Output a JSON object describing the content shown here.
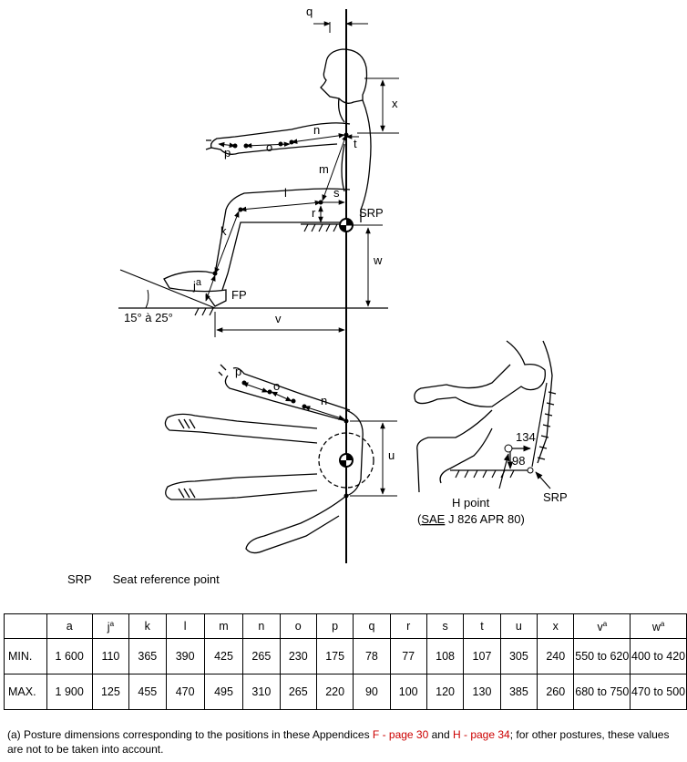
{
  "figure": {
    "dimension_labels": {
      "q": "q",
      "x": "x",
      "n": "n",
      "t": "t",
      "o": "o",
      "p": "p",
      "m": "m",
      "s": "s",
      "l": "l",
      "r": "r",
      "k": "k",
      "j": "j",
      "j_sup": "a",
      "w": "w",
      "v": "v",
      "u": "u"
    },
    "srp_label": "SRP",
    "fp_label": "FP",
    "angle_label": "15° à 25°",
    "h_point_label": "H point",
    "sae_prefix": "(",
    "sae_link": "SAE",
    "sae_rest": " J 826 APR 80)",
    "srp_label_right": "SRP",
    "dim_134": "134",
    "dim_98": "98"
  },
  "legend": {
    "abbr": "SRP",
    "text": "Seat reference point"
  },
  "table": {
    "corner": "",
    "columns": [
      {
        "label": "a",
        "sup": ""
      },
      {
        "label": "j",
        "sup": "a"
      },
      {
        "label": "k",
        "sup": ""
      },
      {
        "label": "l",
        "sup": ""
      },
      {
        "label": "m",
        "sup": ""
      },
      {
        "label": "n",
        "sup": ""
      },
      {
        "label": "o",
        "sup": ""
      },
      {
        "label": "p",
        "sup": ""
      },
      {
        "label": "q",
        "sup": ""
      },
      {
        "label": "r",
        "sup": ""
      },
      {
        "label": "s",
        "sup": ""
      },
      {
        "label": "t",
        "sup": ""
      },
      {
        "label": "u",
        "sup": ""
      },
      {
        "label": "x",
        "sup": ""
      },
      {
        "label": "v",
        "sup": "a"
      },
      {
        "label": "w",
        "sup": "a"
      }
    ],
    "rows": [
      {
        "name": "MIN.",
        "values": [
          "1 600",
          "110",
          "365",
          "390",
          "425",
          "265",
          "230",
          "175",
          "78",
          "77",
          "108",
          "107",
          "305",
          "240",
          "550 to 620",
          "400 to 420"
        ]
      },
      {
        "name": "MAX.",
        "values": [
          "1 900",
          "125",
          "455",
          "470",
          "495",
          "310",
          "265",
          "220",
          "90",
          "100",
          "120",
          "130",
          "385",
          "260",
          "680 to 750",
          "470 to 500"
        ]
      }
    ]
  },
  "footnote": {
    "prefix": "(a) Posture dimensions corresponding to the positions in these Appendices ",
    "ref1": "F - page 30",
    "mid": " and  ",
    "ref2": "H - page 34",
    "suffix": "; for other postures, these values are not to be taken into account."
  }
}
